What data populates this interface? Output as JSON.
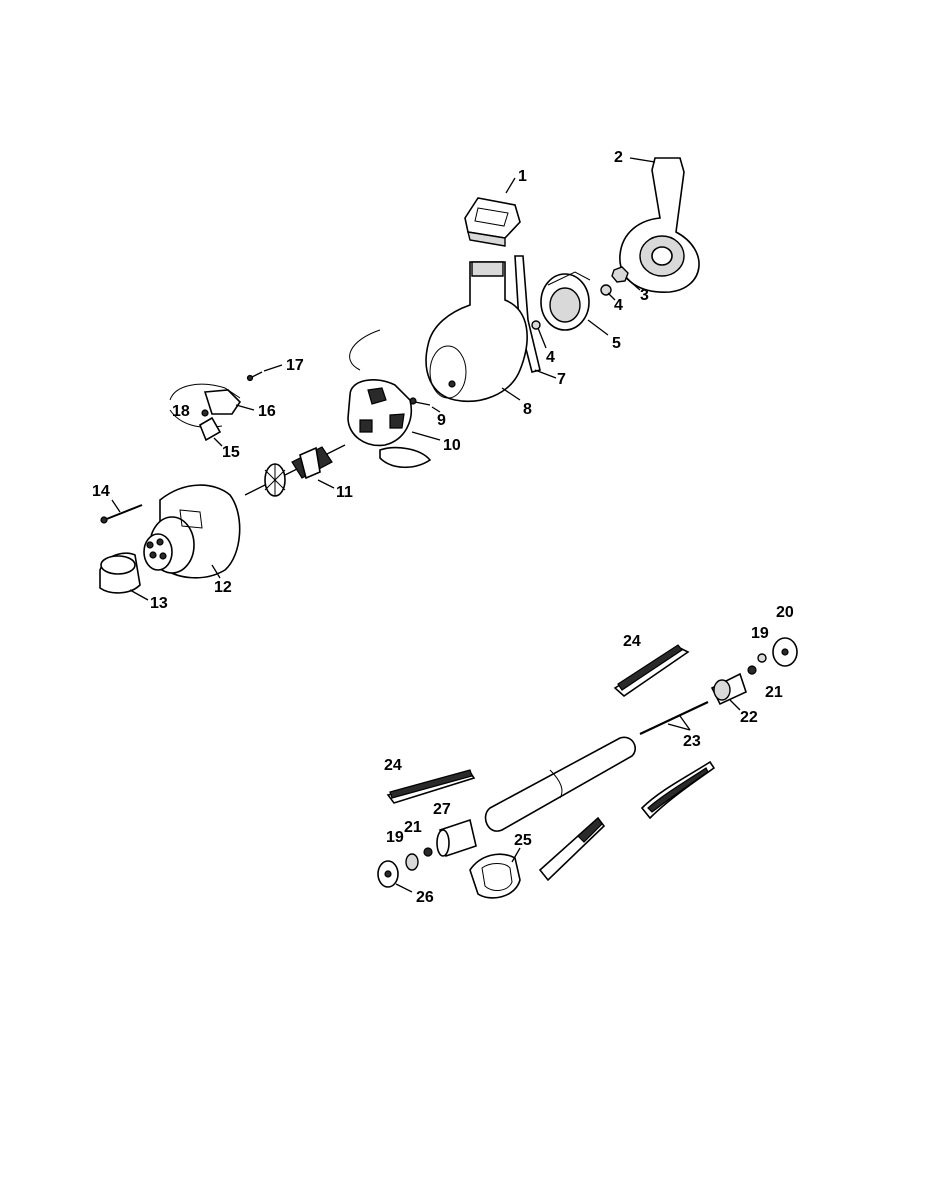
{
  "diagram": {
    "callouts": {
      "c1": "1",
      "c2": "2",
      "c3": "3",
      "c4a": "4",
      "c4b": "4",
      "c5": "5",
      "c7": "7",
      "c8": "8",
      "c9": "9",
      "c10": "10",
      "c11": "11",
      "c12": "12",
      "c13": "13",
      "c14": "14",
      "c15": "15",
      "c16": "16",
      "c17": "17",
      "c18": "18",
      "c19a": "19",
      "c19b": "19",
      "c20": "20",
      "c21a": "21",
      "c21b": "21",
      "c22": "22",
      "c23": "23",
      "c24a": "24",
      "c24b": "24",
      "c25": "25",
      "c26": "26",
      "c27": "27"
    }
  }
}
